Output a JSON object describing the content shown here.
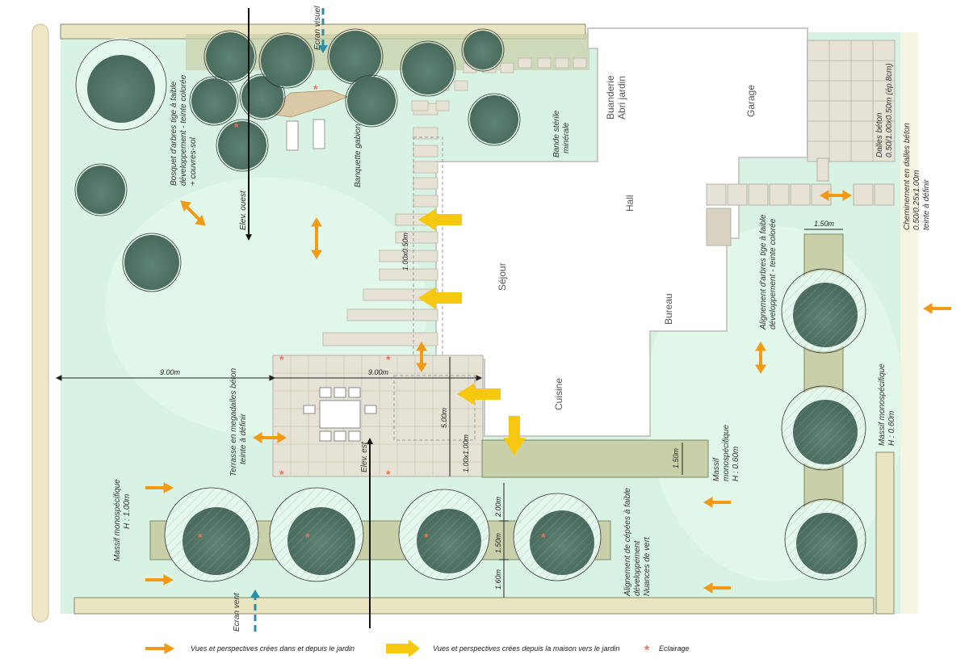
{
  "rooms": {
    "buanderie": "Buanderie",
    "abri": "Abri jardin",
    "garage": "Garage",
    "hall": "Hall",
    "sejour": "Séjour",
    "bureau": "Bureau",
    "cuisine": "Cuisine"
  },
  "labels": {
    "bosquet_1": "Bosquet d'arbres tige à faible",
    "bosquet_2": "développement - teinte colorée",
    "bosquet_3": "+ couvres-sol",
    "banquette": "Banquette gabion",
    "bande_1": "Bande stérile",
    "bande_2": "minérale",
    "dalles_1": "Dalles béton",
    "dalles_2": "0.50/1.00x0.50m (ép.8cm)",
    "chemin_1": "Cheminement en dalles béton",
    "chemin_2": "0.50/0.25x1.00m",
    "chemin_3": "teinte à définir",
    "alignement_arbres_1": "Alignement d'arbres tige à faible",
    "alignement_arbres_2": "développement - teinte colorée",
    "massif_right_1": "Massif monospécifique",
    "massif_right_2": "H : 0.60m",
    "massif_center_1": "Massif",
    "massif_center_2": "monospécifique",
    "massif_center_3": "H : 0.60m",
    "massif_left_1": "Massif monospécifique",
    "massif_left_2": "H : 1.00m",
    "cepees_1": "Alignement de cépées à faible",
    "cepees_2": "développement",
    "cepees_3": "Nuances de vert",
    "terrasse_1": "Terrasse en megadalles béton",
    "terrasse_2": "teinte à définir",
    "elev_ouest": "Elev. ouest",
    "elev_est": "Elev. est",
    "ecran_visuel": "Ecran visuel",
    "ecran_vent": "Ecran vent"
  },
  "dimensions": {
    "d_900_left": "9.00m",
    "d_900_right": "9.00m",
    "d_500": "5.00m",
    "d_100x100": "1.00x1.00m",
    "d_100x050": "1.00x0.50m",
    "d_150_top": "1.50m",
    "d_150_massif": "1.50m",
    "d_200": "2.00m",
    "d_150_v": "1.50m",
    "d_160": "1.60m"
  },
  "legend": {
    "orange_label": "Vues et perspectives crées dans et depuis le jardin",
    "yellow_label": "Vues et perspectives crées depuis la maison vers le jardin",
    "star_label": "Eclairage"
  },
  "colors": {
    "lawn": "#d8f3e3",
    "tree": "#587a6b",
    "orange_arrow": "#f29a16",
    "yellow_arrow": "#f7c810",
    "terrace": "#e6e2d6",
    "hedge": "#c9cfa8",
    "light_star": "#e8735a",
    "section_line": "#111111",
    "screen_arrow": "#2a8fa6"
  }
}
